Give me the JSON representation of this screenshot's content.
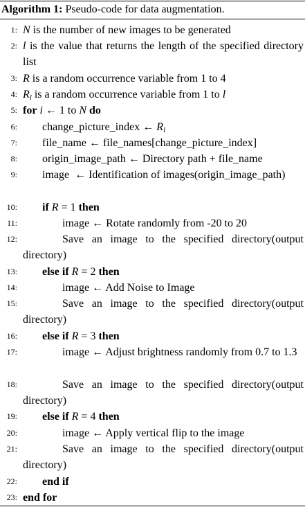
{
  "caption": {
    "label": "Algorithm 1:",
    "text": "Pseudo-code for data augmentation."
  },
  "lines": [
    {
      "n": "1:",
      "text": "N is the number of new images to be generated"
    },
    {
      "n": "2:",
      "text": "l is the value that returns the length of the specified directory list"
    },
    {
      "n": "3:",
      "text": "R is a random occurrence variable from 1 to 4"
    },
    {
      "n": "4:",
      "text": "Rl is a random occurrence variable from 1 to l"
    },
    {
      "n": "5:",
      "text": "for i ← 1 to N do"
    },
    {
      "n": "6:",
      "text": "change_picture_index ← Rl"
    },
    {
      "n": "7:",
      "text": "file_name ← file_names[change_picture_index]"
    },
    {
      "n": "8:",
      "text": "origin_image_path ← Directory path + file_name"
    },
    {
      "n": "9:",
      "text": "image ← Identification of images(origin_image_path)"
    },
    {
      "n": "10:",
      "text": "if R = 1 then"
    },
    {
      "n": "11:",
      "text": "image ← Rotate randomly from -20 to 20"
    },
    {
      "n": "12:",
      "text": "Save an image to the specified directory(output directory)"
    },
    {
      "n": "13:",
      "text": "else if R = 2 then"
    },
    {
      "n": "14:",
      "text": "image ← Add Noise to Image"
    },
    {
      "n": "15:",
      "text": "Save an image to the specified directory(output directory)"
    },
    {
      "n": "16:",
      "text": "else if R = 3 then"
    },
    {
      "n": "17:",
      "text": "image ← Adjust brightness randomly from 0.7 to 1.3"
    },
    {
      "n": "18:",
      "text": "Save an image to the specified directory(output directory)"
    },
    {
      "n": "19:",
      "text": "else if R = 4 then"
    },
    {
      "n": "20:",
      "text": "image ← Apply vertical flip to the image"
    },
    {
      "n": "21:",
      "text": "Save an image to the specified directory(output directory)"
    },
    {
      "n": "22:",
      "text": "end if"
    },
    {
      "n": "23:",
      "text": "end for"
    }
  ]
}
